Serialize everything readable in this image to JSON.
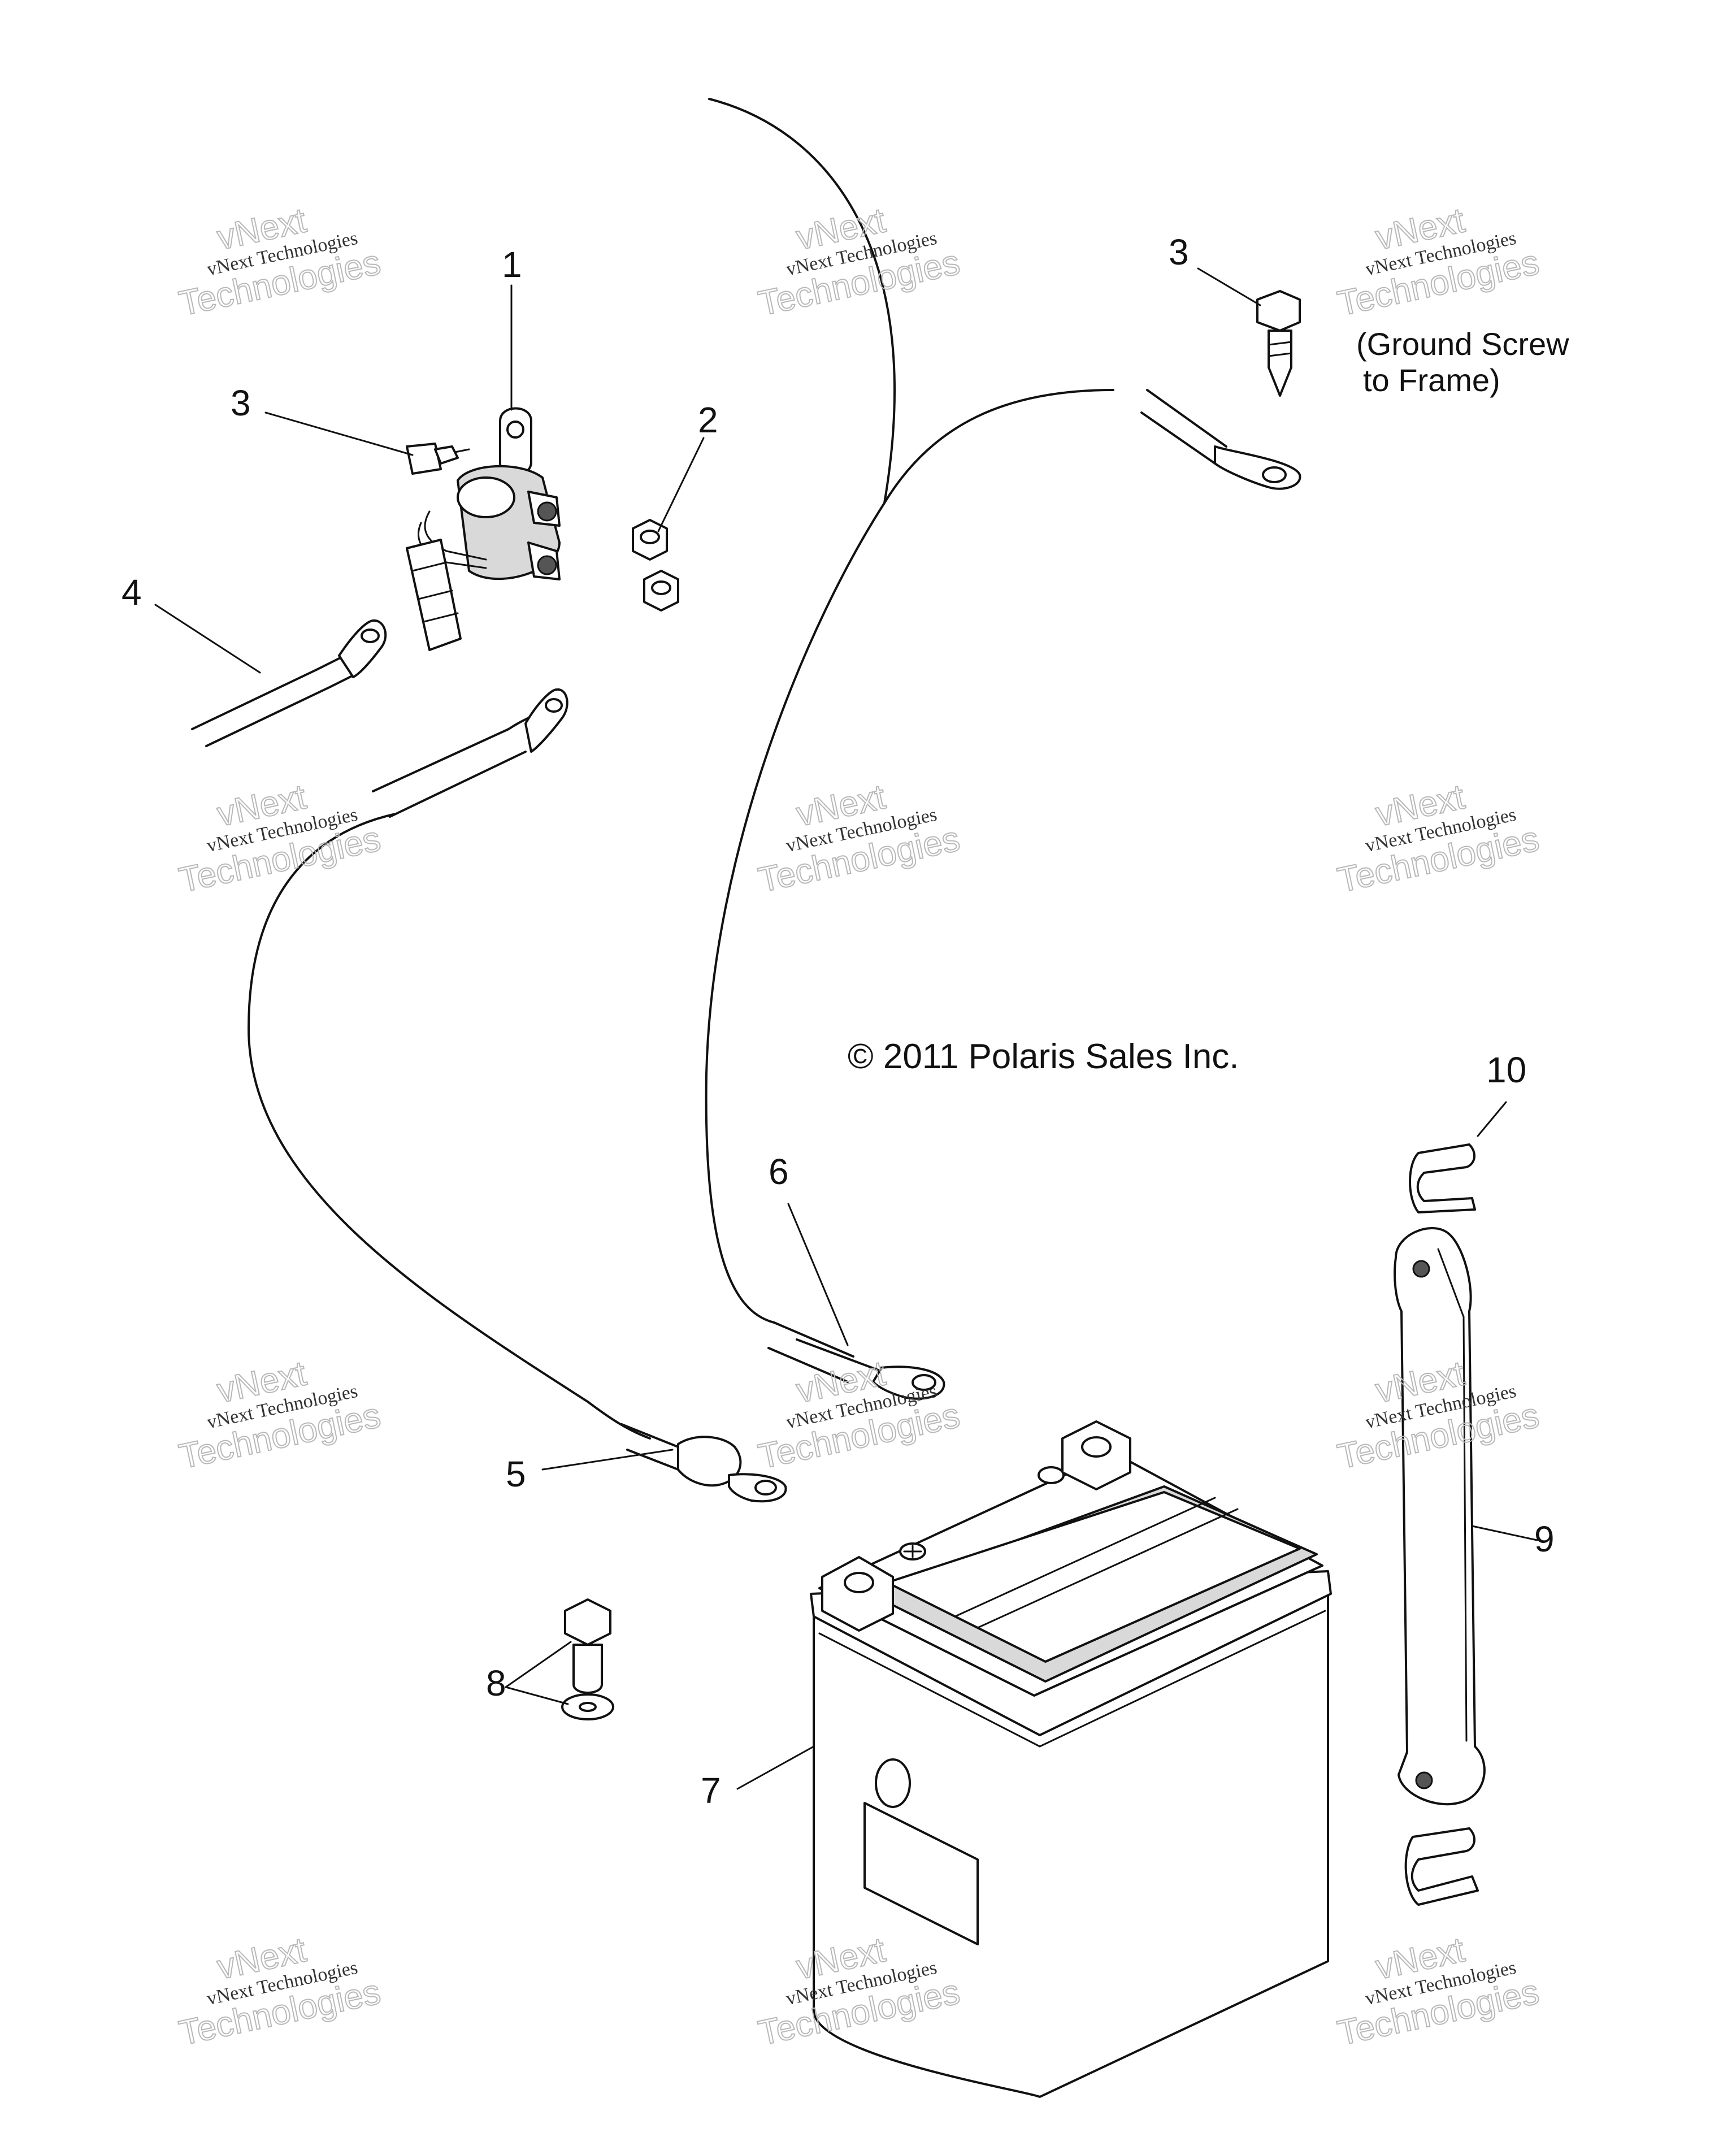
{
  "diagram": {
    "copyright": "© 2011 Polaris Sales Inc.",
    "ground_note": [
      "(Ground Screw",
      "to Frame)"
    ],
    "callouts": {
      "c1": "1",
      "c2": "2",
      "c3a": "3",
      "c3b": "3",
      "c4": "4",
      "c5": "5",
      "c6": "6",
      "c7": "7",
      "c8": "8",
      "c9": "9",
      "c10": "10"
    },
    "watermark": {
      "line1": "vNext",
      "line2": "vNext Technologies",
      "line3": "Technologies"
    }
  }
}
